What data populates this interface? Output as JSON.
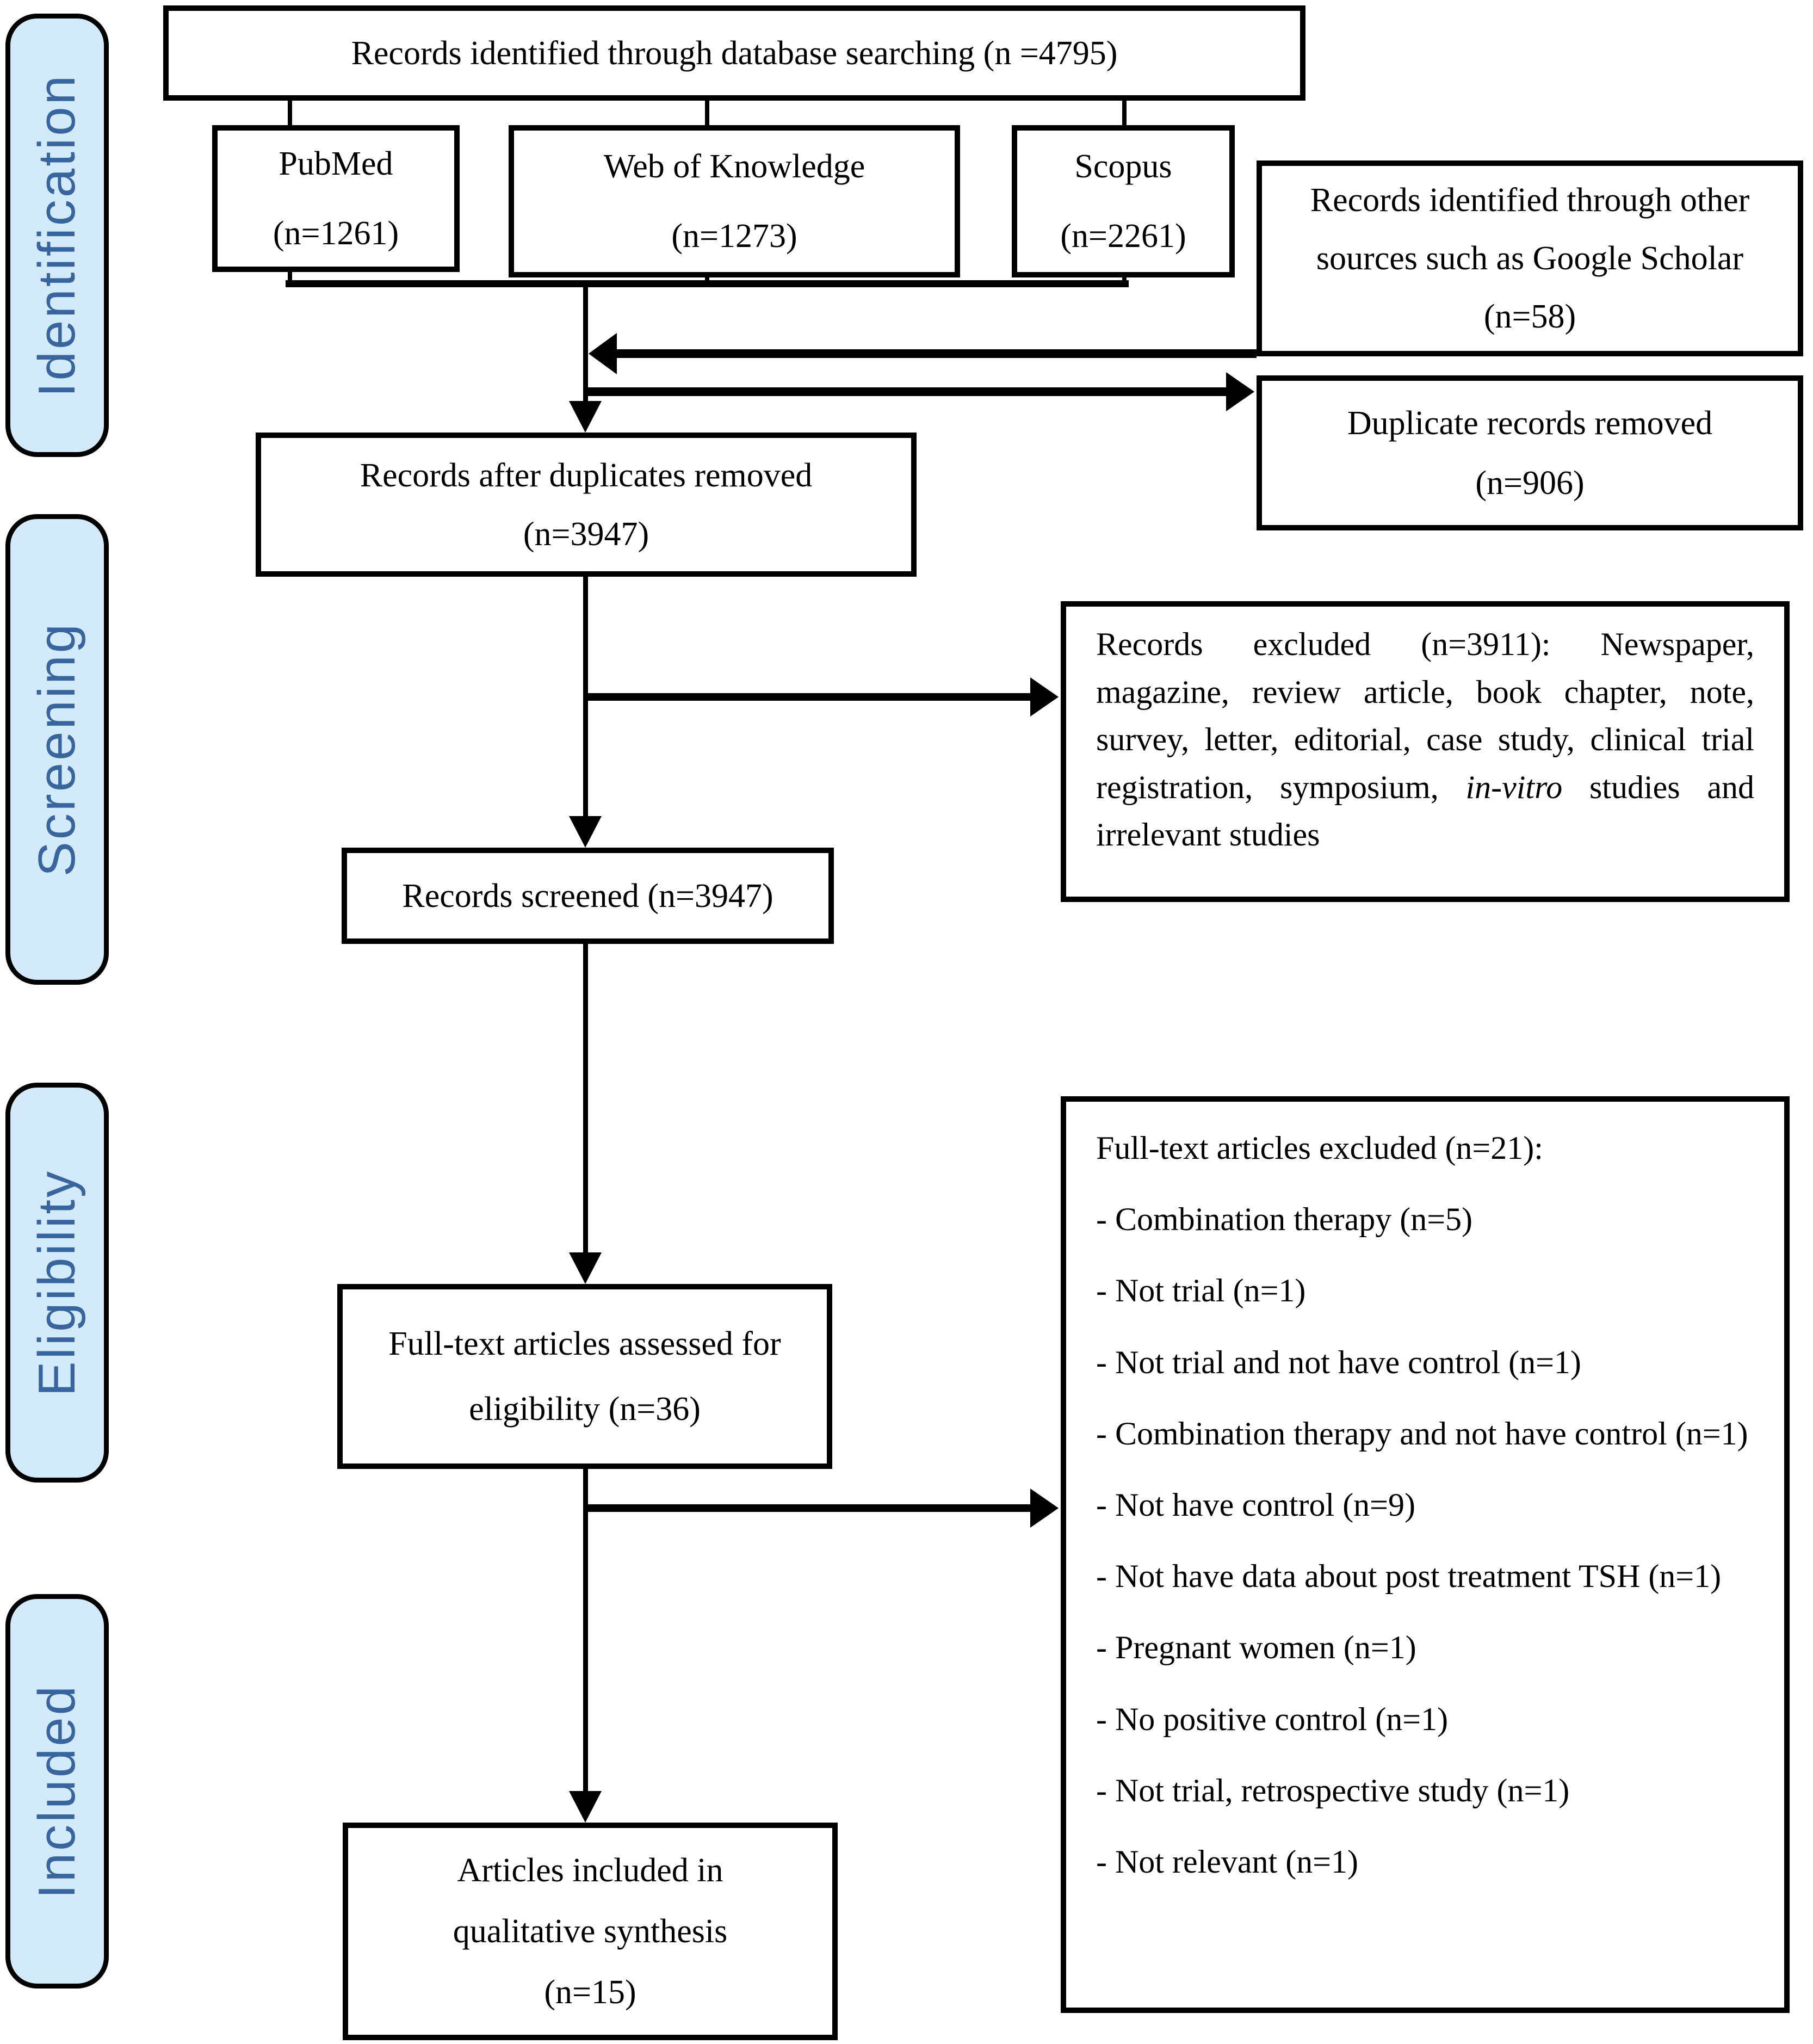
{
  "diagram": {
    "type": "prisma-flowchart",
    "colors": {
      "stage_fill": "#d2eafa",
      "stage_text": "#38659e",
      "box_border": "#000000",
      "background": "#ffffff"
    },
    "stages": [
      {
        "label": "Identification"
      },
      {
        "label": "Screening"
      },
      {
        "label": "Eligibility"
      },
      {
        "label": "Included"
      }
    ],
    "boxes": {
      "db_search": {
        "text": "Records identified through database searching (n =4795)"
      },
      "pubmed": {
        "lines": [
          "PubMed",
          "(n=1261)"
        ]
      },
      "web_of_knowledge": {
        "lines": [
          "Web of Knowledge",
          "(n=1273)"
        ]
      },
      "scopus": {
        "lines": [
          "Scopus",
          "(n=2261)"
        ]
      },
      "other_sources": {
        "lines": [
          "Records identified through other",
          "sources such as Google Scholar",
          "(n=58)"
        ]
      },
      "duplicates_removed": {
        "lines": [
          "Duplicate records removed",
          "(n=906)"
        ]
      },
      "after_duplicates": {
        "lines": [
          "Records after duplicates removed",
          "(n=3947)"
        ]
      },
      "records_excluded": {
        "parts": [
          "Records excluded (n=3911): Newspaper, magazine, review article, book chapter, note, survey, letter, editorial, case study, clinical trial registration, symposium, ",
          "in-vitro",
          " studies and irrelevant studies"
        ]
      },
      "records_screened": {
        "text": "Records screened (n=3947)"
      },
      "fulltext_assessed": {
        "lines": [
          "Full-text articles assessed for",
          "eligibility (n=36)"
        ]
      },
      "fulltext_excluded": {
        "header": "Full-text articles excluded (n=21):",
        "items": [
          "- Combination therapy (n=5)",
          "- Not trial (n=1)",
          "- Not trial and not have control (n=1)",
          "- Combination therapy and not have control (n=1)",
          "- Not have control (n=9)",
          "- Not have data about post treatment TSH (n=1)",
          "- Pregnant women (n=1)",
          "- No positive control (n=1)",
          "- Not trial, retrospective study (n=1)",
          "- Not relevant (n=1)"
        ]
      },
      "included": {
        "lines": [
          "Articles included in",
          "qualitative synthesis",
          "(n=15)"
        ]
      }
    }
  }
}
